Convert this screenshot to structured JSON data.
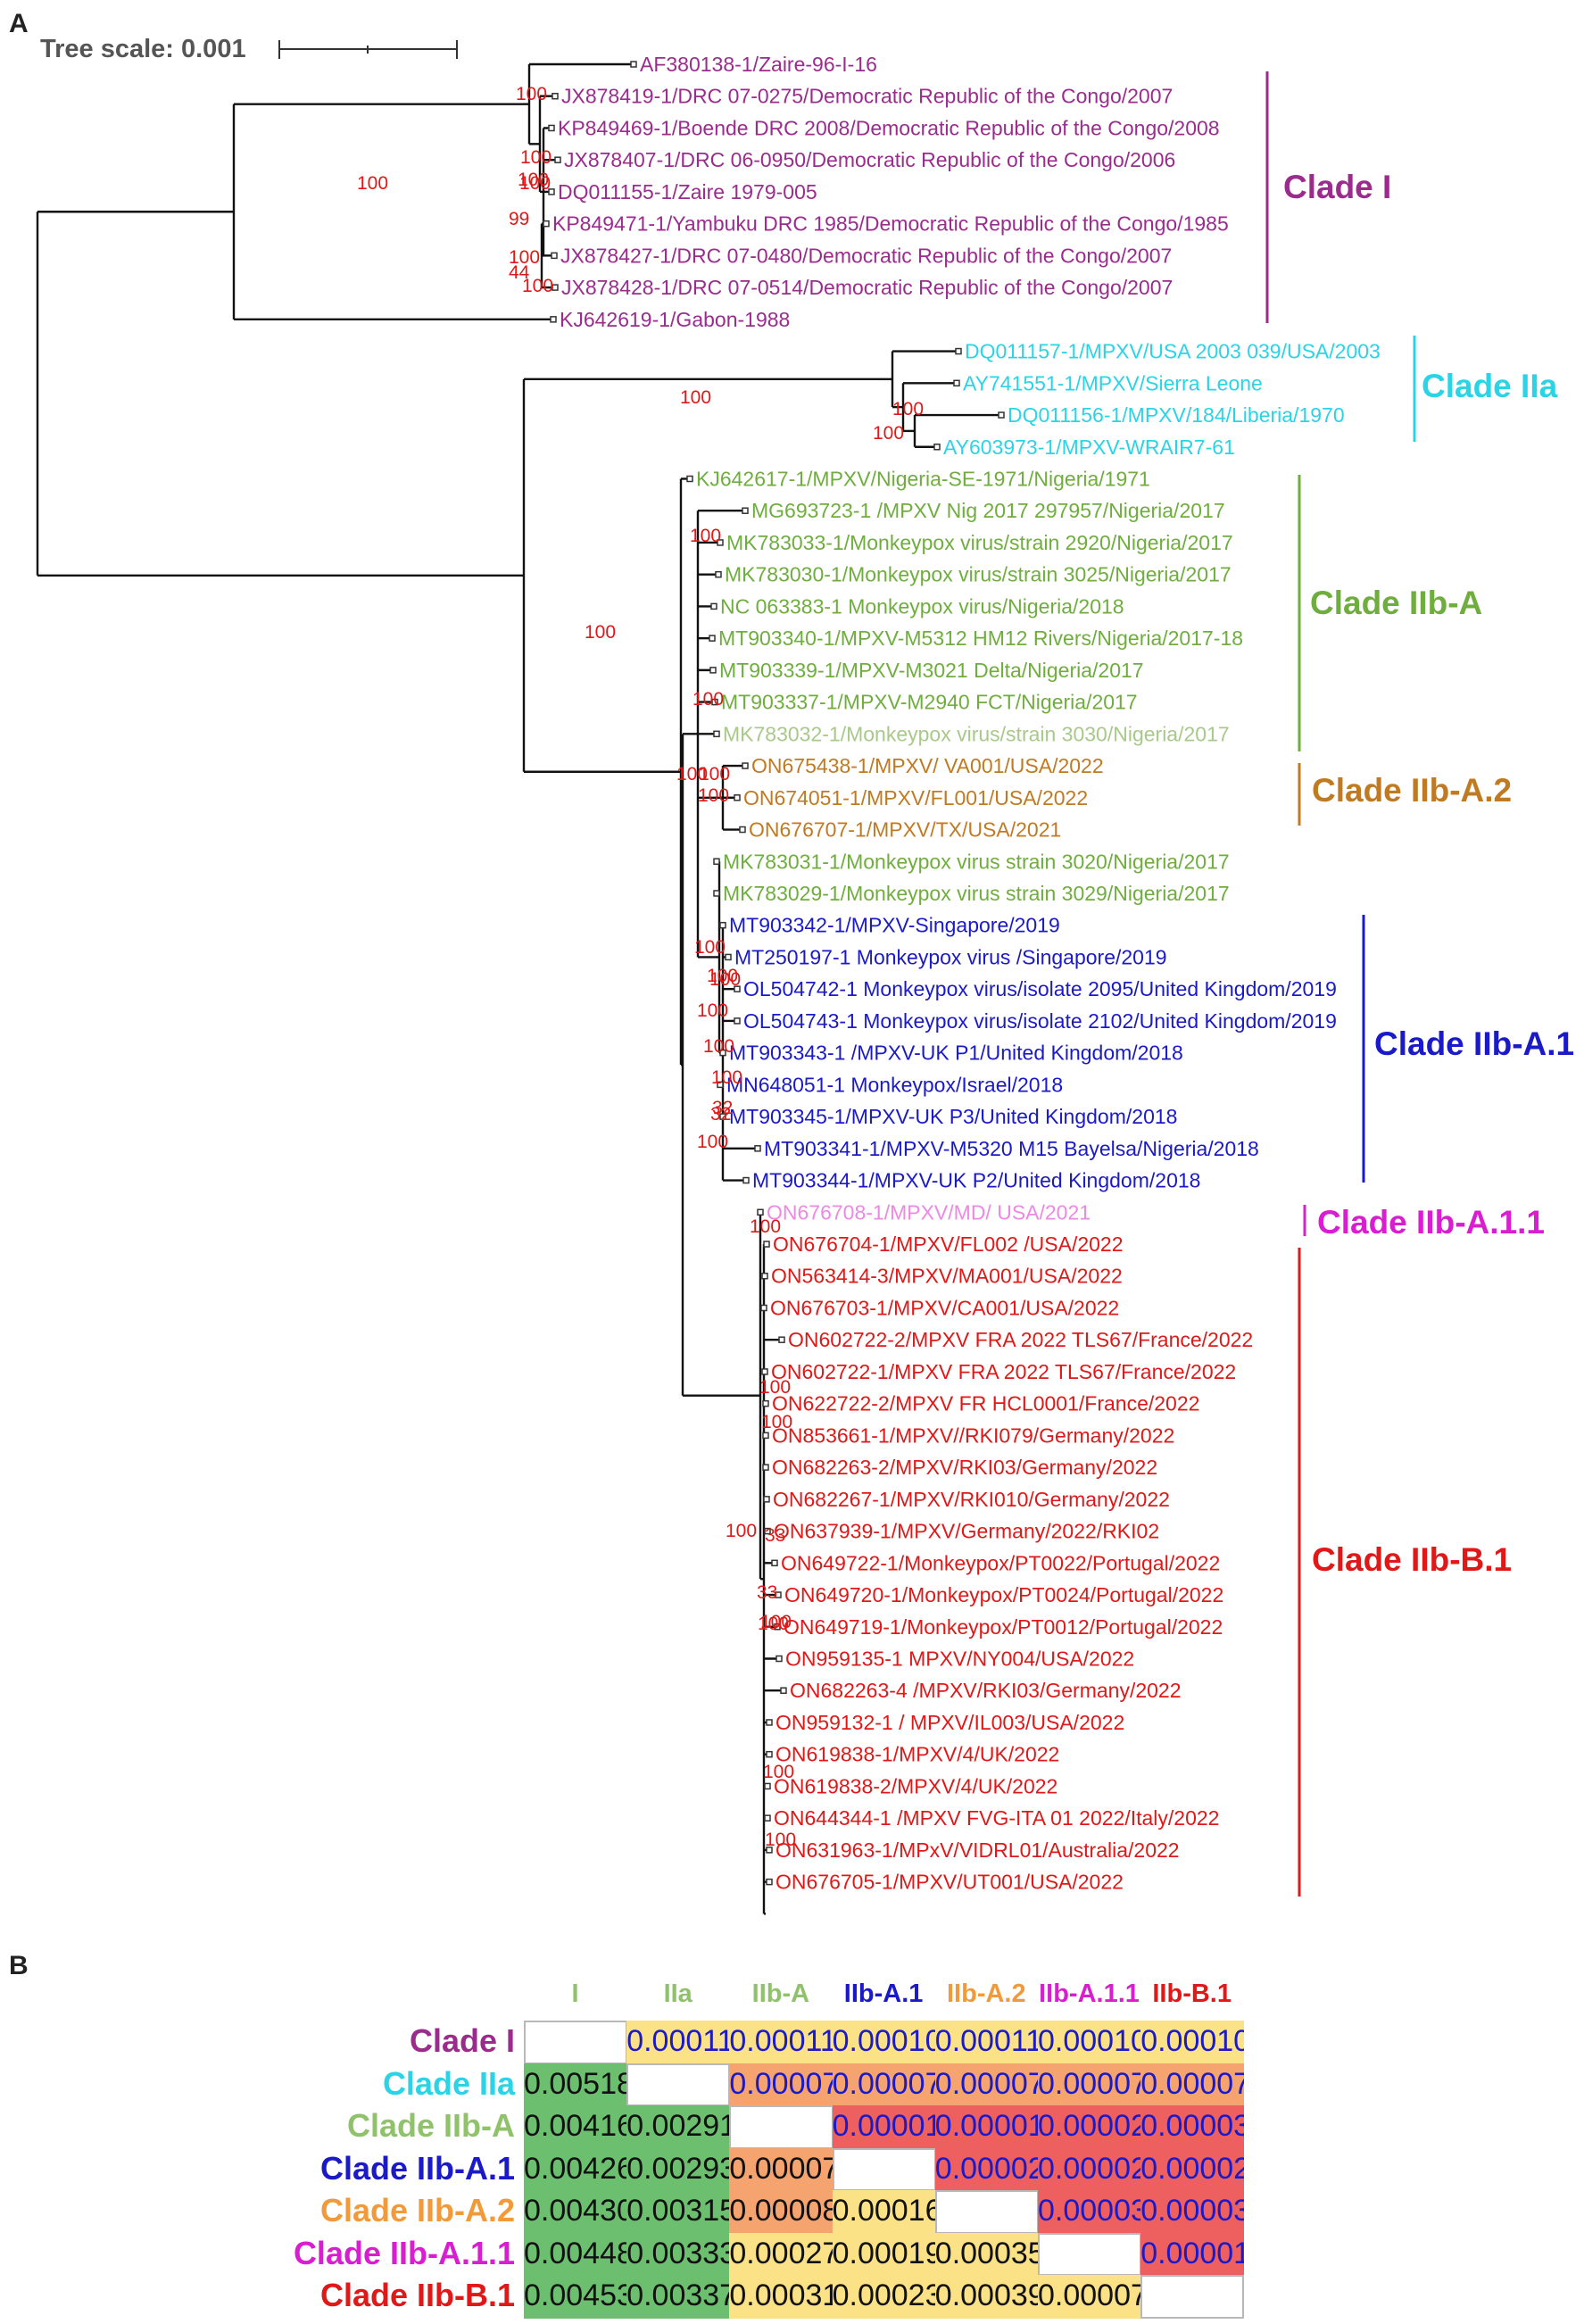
{
  "panel_a_letter": "A",
  "panel_b_letter": "B",
  "tree_scale_label": "Tree scale: 0.001",
  "colors": {
    "clade_I": "#9c2b8e",
    "clade_IIa": "#2ad4e6",
    "clade_IIb_A": "#6fae3e",
    "clade_IIb_A_light": "#a8c98a",
    "clade_IIb_A2": "#c07a22",
    "clade_IIb_A1": "#1a1ac8",
    "clade_IIb_A11": "#ee88e4",
    "clade_IIb_B1": "#e01818",
    "bootstrap": "#e01818",
    "matrix_green": "#6bbf6f",
    "matrix_yellow": "#fbe286",
    "matrix_orange": "#f5a470",
    "matrix_red": "#ee6060"
  },
  "leaves": [
    {
      "label": "AF380138-1/Zaire-96-I-16",
      "color": "#9c2b8e"
    },
    {
      "label": "JX878419-1/DRC 07-0275/Democratic Republic of the Congo/2007",
      "color": "#9c2b8e"
    },
    {
      "label": "KP849469-1/Boende DRC 2008/Democratic Republic of the Congo/2008",
      "color": "#9c2b8e"
    },
    {
      "label": "JX878407-1/DRC 06-0950/Democratic Republic of the Congo/2006",
      "color": "#9c2b8e"
    },
    {
      "label": "DQ011155-1/Zaire 1979-005",
      "color": "#9c2b8e"
    },
    {
      "label": "KP849471-1/Yambuku DRC 1985/Democratic Republic of the Congo/1985",
      "color": "#9c2b8e"
    },
    {
      "label": "JX878427-1/DRC 07-0480/Democratic Republic of the Congo/2007",
      "color": "#9c2b8e"
    },
    {
      "label": "JX878428-1/DRC 07-0514/Democratic Republic of the Congo/2007",
      "color": "#9c2b8e"
    },
    {
      "label": "KJ642619-1/Gabon-1988",
      "color": "#9c2b8e"
    },
    {
      "label": "DQ011157-1/MPXV/USA 2003 039/USA/2003",
      "color": "#2ad4e6"
    },
    {
      "label": "AY741551-1/MPXV/Sierra Leone",
      "color": "#2ad4e6"
    },
    {
      "label": "DQ011156-1/MPXV/184/Liberia/1970",
      "color": "#2ad4e6"
    },
    {
      "label": "AY603973-1/MPXV-WRAIR7-61",
      "color": "#2ad4e6"
    },
    {
      "label": "KJ642617-1/MPXV/Nigeria-SE-1971/Nigeria/1971",
      "color": "#6fae3e"
    },
    {
      "label": "MG693723-1 /MPXV Nig 2017 297957/Nigeria/2017",
      "color": "#6fae3e"
    },
    {
      "label": "MK783033-1/Monkeypox virus/strain 2920/Nigeria/2017",
      "color": "#6fae3e"
    },
    {
      "label": "MK783030-1/Monkeypox virus/strain 3025/Nigeria/2017",
      "color": "#6fae3e"
    },
    {
      "label": "NC 063383-1 Monkeypox virus/Nigeria/2018",
      "color": "#6fae3e"
    },
    {
      "label": "MT903340-1/MPXV-M5312 HM12 Rivers/Nigeria/2017-18",
      "color": "#6fae3e"
    },
    {
      "label": "MT903339-1/MPXV-M3021 Delta/Nigeria/2017",
      "color": "#6fae3e"
    },
    {
      "label": "MT903337-1/MPXV-M2940 FCT/Nigeria/2017",
      "color": "#6fae3e"
    },
    {
      "label": "MK783032-1/Monkeypox virus/strain 3030/Nigeria/2017",
      "color": "#a8c98a"
    },
    {
      "label": "ON675438-1/MPXV/ VA001/USA/2022",
      "color": "#c07a22"
    },
    {
      "label": "ON674051-1/MPXV/FL001/USA/2022",
      "color": "#c07a22"
    },
    {
      "label": "ON676707-1/MPXV/TX/USA/2021",
      "color": "#c07a22"
    },
    {
      "label": "MK783031-1/Monkeypox virus strain 3020/Nigeria/2017",
      "color": "#6fae3e"
    },
    {
      "label": "MK783029-1/Monkeypox virus strain 3029/Nigeria/2017",
      "color": "#6fae3e"
    },
    {
      "label": "MT903342-1/MPXV-Singapore/2019",
      "color": "#1a1ac8"
    },
    {
      "label": "MT250197-1 Monkeypox virus /Singapore/2019",
      "color": "#1a1ac8"
    },
    {
      "label": "OL504742-1 Monkeypox virus/isolate 2095/United Kingdom/2019",
      "color": "#1a1ac8"
    },
    {
      "label": "OL504743-1 Monkeypox virus/isolate 2102/United Kingdom/2019",
      "color": "#1a1ac8"
    },
    {
      "label": "MT903343-1 /MPXV-UK P1/United Kingdom/2018",
      "color": "#1a1ac8"
    },
    {
      "label": "MN648051-1 Monkeypox/Israel/2018",
      "color": "#1a1ac8"
    },
    {
      "label": "MT903345-1/MPXV-UK P3/United Kingdom/2018",
      "color": "#1a1ac8"
    },
    {
      "label": "MT903341-1/MPXV-M5320 M15 Bayelsa/Nigeria/2018",
      "color": "#1a1ac8"
    },
    {
      "label": "MT903344-1/MPXV-UK P2/United Kingdom/2018",
      "color": "#1a1ac8"
    },
    {
      "label": "ON676708-1/MPXV/MD/ USA/2021",
      "color": "#ee88e4"
    },
    {
      "label": "ON676704-1/MPXV/FL002 /USA/2022",
      "color": "#e01818"
    },
    {
      "label": "ON563414-3/MPXV/MA001/USA/2022",
      "color": "#e01818"
    },
    {
      "label": "ON676703-1/MPXV/CA001/USA/2022",
      "color": "#e01818"
    },
    {
      "label": "ON602722-2/MPXV FRA 2022 TLS67/France/2022",
      "color": "#e01818"
    },
    {
      "label": "ON602722-1/MPXV FRA 2022 TLS67/France/2022",
      "color": "#e01818"
    },
    {
      "label": "ON622722-2/MPXV FR HCL0001/France/2022",
      "color": "#e01818"
    },
    {
      "label": "ON853661-1/MPXV//RKI079/Germany/2022",
      "color": "#e01818"
    },
    {
      "label": "ON682263-2/MPXV/RKI03/Germany/2022",
      "color": "#e01818"
    },
    {
      "label": "ON682267-1/MPXV/RKI010/Germany/2022",
      "color": "#e01818"
    },
    {
      "label": "ON637939-1/MPXV/Germany/2022/RKI02",
      "color": "#e01818"
    },
    {
      "label": "ON649722-1/Monkeypox/PT0022/Portugal/2022",
      "color": "#e01818"
    },
    {
      "label": "ON649720-1/Monkeypox/PT0024/Portugal/2022",
      "color": "#e01818"
    },
    {
      "label": "ON649719-1/Monkeypox/PT0012/Portugal/2022",
      "color": "#e01818"
    },
    {
      "label": "ON959135-1 MPXV/NY004/USA/2022",
      "color": "#e01818"
    },
    {
      "label": "ON682263-4 /MPXV/RKI03/Germany/2022",
      "color": "#e01818"
    },
    {
      "label": "ON959132-1 / MPXV/IL003/USA/2022",
      "color": "#e01818"
    },
    {
      "label": "ON619838-1/MPXV/4/UK/2022",
      "color": "#e01818"
    },
    {
      "label": "ON619838-2/MPXV/4/UK/2022",
      "color": "#e01818"
    },
    {
      "label": "ON644344-1 /MPXV FVG-ITA 01 2022/Italy/2022",
      "color": "#e01818"
    },
    {
      "label": "ON631963-1/MPxV/VIDRL01/Australia/2022",
      "color": "#e01818"
    },
    {
      "label": "ON676705-1/MPXV/UT001/USA/2022",
      "color": "#e01818"
    }
  ],
  "bootstrap_labels": [
    "100",
    "100",
    "100",
    "100",
    "100",
    "99",
    "100",
    "44",
    "100",
    "100",
    "100",
    "100",
    "100",
    "100",
    "100",
    "100",
    "100",
    "100",
    "100",
    "100",
    "100",
    "100",
    "100",
    "100",
    "32",
    "32",
    "100",
    "100",
    "100",
    "100",
    "100",
    "33",
    "33",
    "100",
    "100",
    "100",
    "100"
  ],
  "clades": [
    {
      "label": "Clade I",
      "color": "#9c2b8e"
    },
    {
      "label": "Clade IIa",
      "color": "#2ad4e6"
    },
    {
      "label": "Clade IIb-A",
      "color": "#6fae3e"
    },
    {
      "label": "Clade IIb-A.2",
      "color": "#c07a22"
    },
    {
      "label": "Clade IIb-A.1",
      "color": "#1a1ac8"
    },
    {
      "label": "Clade IIb-A.1.1",
      "color": "#d81ed0"
    },
    {
      "label": "Clade IIb-B.1",
      "color": "#e01818"
    }
  ],
  "matrix": {
    "col_headers": [
      {
        "label": "I",
        "color": "#8fc26a"
      },
      {
        "label": "IIa",
        "color": "#8fc26a"
      },
      {
        "label": "IIb-A",
        "color": "#8fc26a"
      },
      {
        "label": "IIb-A.1",
        "color": "#1a1ac8"
      },
      {
        "label": "IIb-A.2",
        "color": "#f29a3a"
      },
      {
        "label": "IIb-A.1.1",
        "color": "#d81ed0"
      },
      {
        "label": "IIb-B.1",
        "color": "#e01818"
      }
    ],
    "row_headers": [
      {
        "label": "Clade I",
        "color": "#9c2b8e"
      },
      {
        "label": "Clade IIa",
        "color": "#2ad4e6"
      },
      {
        "label": "Clade IIb-A",
        "color": "#8fc26a"
      },
      {
        "label": "Clade IIb-A.1",
        "color": "#1a1ac8"
      },
      {
        "label": "Clade IIb-A.2",
        "color": "#f29a3a"
      },
      {
        "label": "Clade IIb-A.1.1",
        "color": "#d81ed0"
      },
      {
        "label": "Clade IIb-B.1",
        "color": "#e01818"
      }
    ],
    "rows": [
      [
        "",
        "0.00011",
        "0.00011",
        "0.00010",
        "0.00011",
        "0.00010",
        "0.00010"
      ],
      [
        "0.00518",
        "",
        "0.00007",
        "0.00007",
        "0.00007",
        "0.00007",
        "0.00007"
      ],
      [
        "0.00416",
        "0.00291",
        "",
        "0.00001",
        "0.00001",
        "0.00002",
        "0.00003"
      ],
      [
        "0.00426",
        "0.00293",
        "0.00007",
        "",
        "0.00002",
        "0.00002",
        "0.00002"
      ],
      [
        "0.00430",
        "0.00315",
        "0.00008",
        "0.00016",
        "",
        "0.00003",
        "0.00003"
      ],
      [
        "0.00448",
        "0.00333",
        "0.00027",
        "0.00019",
        "0.00035",
        "",
        "0.00001"
      ],
      [
        "0.00453",
        "0.00337",
        "0.00031",
        "0.00023",
        "0.00039",
        "0.00007",
        ""
      ]
    ]
  }
}
